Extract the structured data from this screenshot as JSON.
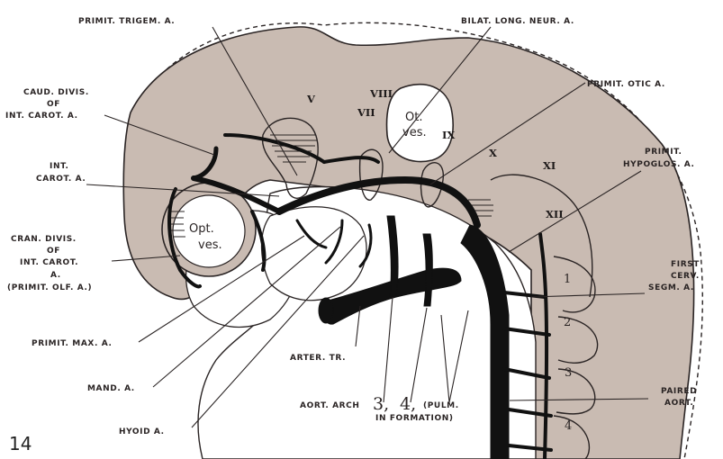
{
  "figure_number": "14",
  "labels": {
    "primit_trigem": "PRIMIT. TRIGEM. A.",
    "bilat_long_neur": "BILAT. LONG. NEUR. A.",
    "caud_divis": [
      "CAUD. DIVIS.",
      "OF",
      "INT. CAROT. A."
    ],
    "primit_otic": "PRIMIT. OTIC A.",
    "int_carot": [
      "INT.",
      "CAROT. A."
    ],
    "primit_hypoglos": [
      "PRIMIT.",
      "HYPOGLOS. A."
    ],
    "cran_divis": [
      "CRAN. DIVIS.",
      "OF",
      "INT. CAROT.",
      "A.",
      "(PRIMIT. OLF. A.)"
    ],
    "first_cerv": [
      "FIRST",
      "CERV.",
      "SEGM. A."
    ],
    "primit_max": "PRIMIT. MAX. A.",
    "arter_tr": "ARTER. TR.",
    "mand": "MAND. A.",
    "paired_aort": [
      "PAIRED",
      "AORT."
    ],
    "aort_arch": "AORT. ARCH",
    "arch_numbers": [
      "3,",
      "4,"
    ],
    "pulm": [
      "(PULM.",
      "IN FORMATION)"
    ],
    "hyoid": "HYOID A."
  },
  "structures": {
    "ot_ves": [
      "Ot.",
      "ves."
    ],
    "opt_ves": [
      "Opt.",
      "ves."
    ]
  },
  "cranial_nerves": [
    "V",
    "VIII",
    "VII",
    "IX",
    "X",
    "XI",
    "XII"
  ],
  "somites": [
    "1",
    "2",
    "3",
    "4"
  ],
  "colors": {
    "tissue": "#c9bbb2",
    "vessel": "#111111",
    "outline": "#2a2424",
    "background": "#ffffff"
  }
}
